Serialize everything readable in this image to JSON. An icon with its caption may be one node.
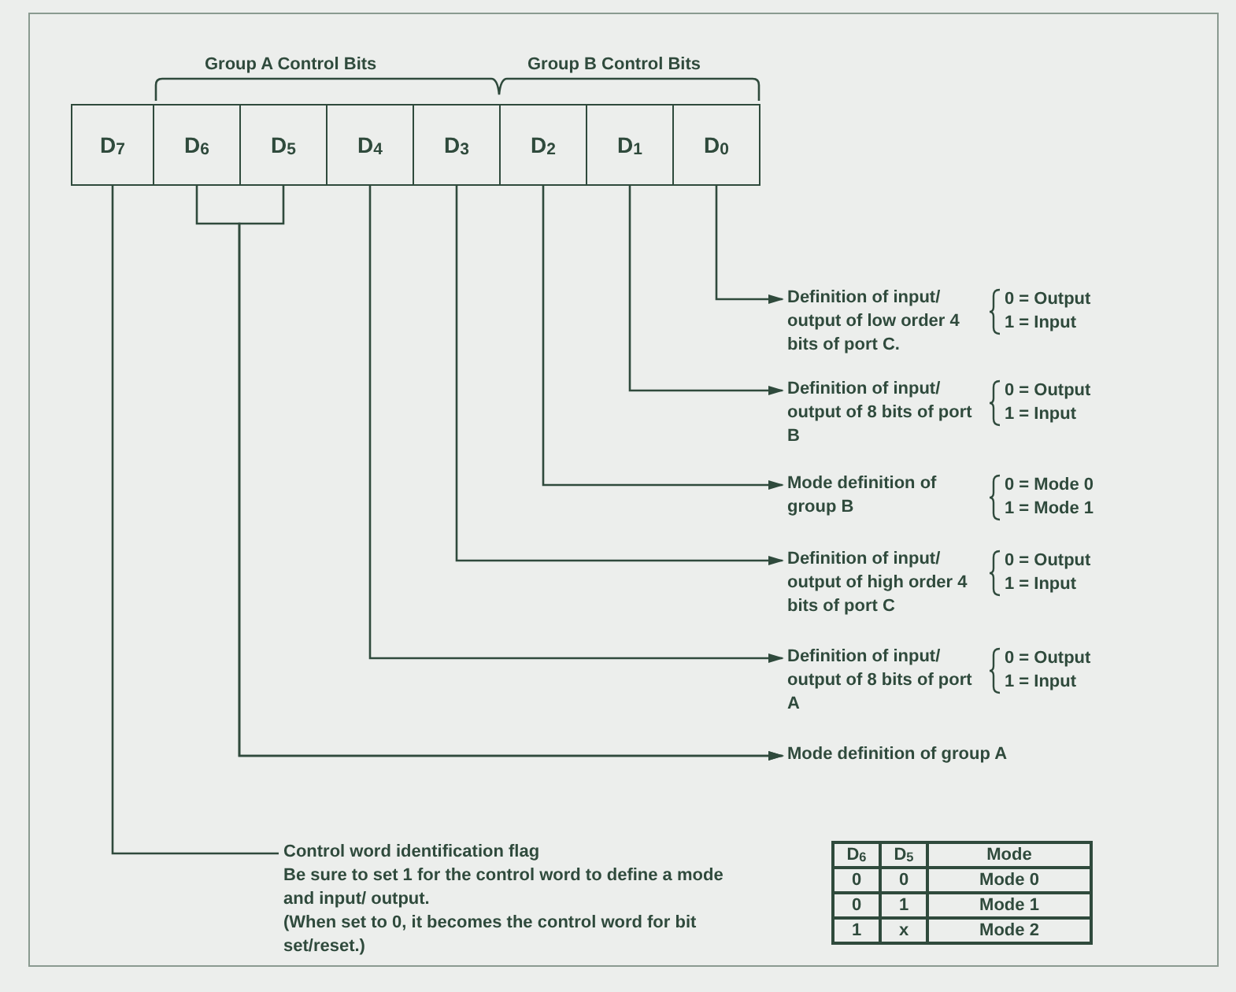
{
  "diagram": {
    "nodes": [
      {
        "text": [
          "D$_{7}$"
        ]
      },
      {
        "text": [
          "D$_{6}$"
        ]
      },
      {
        "text": [
          "D$_{5}$"
        ]
      },
      {
        "text": [
          "D$_{4}$"
        ]
      },
      {
        "text": [
          "D$_{3}$"
        ]
      },
      {
        "text": [
          "D$_{2}$"
        ]
      },
      {
        "text": [
          "D$_{1}$"
        ]
      },
      {
        "text": [
          "D$_{0}$"
        ]
      },
      {
        "text": [
          "Definition of input/ output of low order 4 bits of port C."
        ],
        "beside": [
          "0 = Output",
          "1 = Input"
        ]
      },
      {
        "text": [
          "Definition of input/ output of 8 bits of port B"
        ],
        "beside": [
          "0 = Output",
          "1 = Input"
        ]
      },
      {
        "text": [
          "Mode definition of group B"
        ],
        "beside": [
          "0 = Mode 0",
          "1 = Mode 1"
        ]
      },
      {
        "text": [
          "Definition of input/ output of high order 4 bits of port C"
        ],
        "beside": [
          "0 = Output",
          "1 = Input"
        ]
      },
      {
        "text": [
          "Definition of input/ output of 8 bits of port A"
        ],
        "beside": [
          "0 = Output",
          "1 = Input"
        ]
      },
      {
        "text": [
          "Mode definition of group A"
        ]
      },
      {
        "text": [
          "Control word identification flag",
          "Be sure to set 1 for the control word to define a mode and input/ output.",
          "(When set to 0, it becomes the control word for bit set/reset.)"
        ]
      }
    ],
    "edges": [
      {
        "from": 7,
        "to": 8,
        "arrow": "to"
      },
      {
        "from": 6,
        "to": 9,
        "arrow": "to"
      },
      {
        "from": 5,
        "to": 10,
        "arrow": "to"
      },
      {
        "from": 4,
        "to": 11,
        "arrow": "to"
      },
      {
        "from": 3,
        "to": 12,
        "arrow": "to"
      },
      {
        "from": 1,
        "to": 13,
        "arrow": "to"
      },
      {
        "from": 2,
        "to": 13,
        "arrow": "to"
      },
      {
        "from": 0,
        "to": 14,
        "arrow": "none"
      }
    ],
    "labels": [
      "Group A Control Bits",
      "Group B Control Bits",
      "D$_{6}$",
      "D$_{5}$",
      "Mode",
      "0",
      "0",
      "Mode 0",
      "0",
      "1",
      "Mode 1",
      "1",
      "x",
      "Mode 2"
    ]
  }
}
